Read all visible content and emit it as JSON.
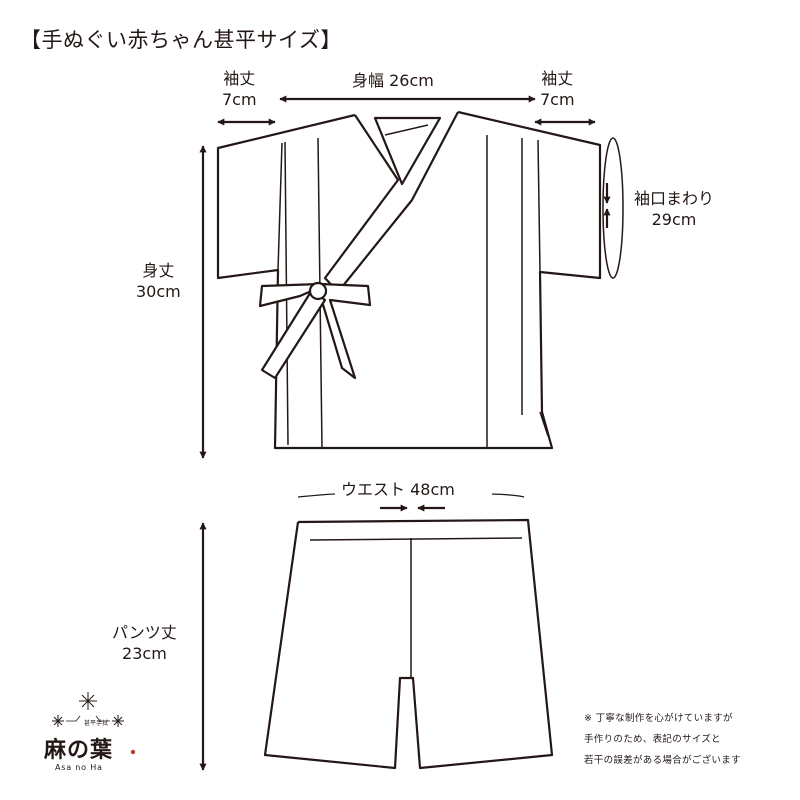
{
  "title": "【手ぬぐい赤ちゃん甚平サイズ】",
  "measurements": {
    "sleeve_left": {
      "name": "袖丈",
      "value": "7cm"
    },
    "body_width": {
      "text": "身幅 26cm"
    },
    "sleeve_right": {
      "name": "袖丈",
      "value": "7cm"
    },
    "cuff": {
      "name": "袖口まわり",
      "value": "29cm"
    },
    "body_length": {
      "name": "身丈",
      "value": "30cm"
    },
    "waist": {
      "text": "ウエスト 48cm"
    },
    "pants_length": {
      "name": "パンツ丈",
      "value": "23cm"
    }
  },
  "note": {
    "line1": "※ 丁寧な制作を心がけていますが",
    "line2": "手作りのため、表記のサイズと",
    "line3": "若干の誤差がある場合がございます"
  },
  "logo": {
    "name": "麻の葉",
    "small": "甚平手拭",
    "romaji": "Asa no Ha",
    "accent_color": "#c0392b"
  },
  "colors": {
    "line": "#231815"
  }
}
